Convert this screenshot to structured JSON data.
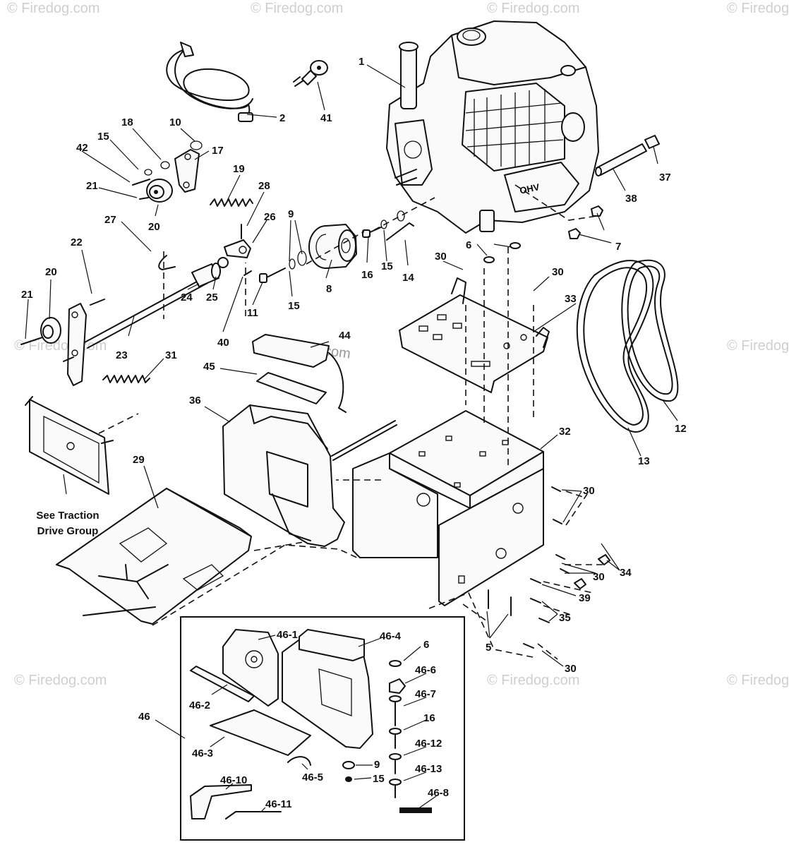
{
  "watermarks": [
    {
      "text": "© Firedog.com"
    },
    {
      "text": "© Firedog.com"
    },
    {
      "text": "© Firedog.com"
    },
    {
      "text": "© Firedog.com"
    },
    {
      "text": "© Firedog.com"
    },
    {
      "text": "© Firedog.com"
    },
    {
      "text": "© Firedog.com"
    },
    {
      "text": "© Firedog.com"
    },
    {
      "text": "© Firedog.com"
    },
    {
      "text": "© Firedog.com"
    }
  ],
  "note": {
    "line1": "See Traction",
    "line2": "Drive Group"
  },
  "callouts": {
    "c1": "1",
    "c2": "2",
    "c41": "41",
    "c18": "18",
    "c10": "10",
    "c15a": "15",
    "c42": "42",
    "c17": "17",
    "c19": "19",
    "c21a": "21",
    "c20a": "20",
    "c28": "28",
    "c26": "26",
    "c27": "27",
    "c22": "22",
    "c20b": "20",
    "c21b": "21",
    "c24": "24",
    "c25": "25",
    "c40": "40",
    "c23": "23",
    "c11": "11",
    "c15b": "15",
    "c9": "9",
    "c8": "8",
    "c16a": "16",
    "c15c": "15",
    "c14": "14",
    "c6a": "6",
    "c30a": "30",
    "c7": "7",
    "c37": "37",
    "c38": "38",
    "c30b": "30",
    "c33": "33",
    "c44": "44",
    "c45": "45",
    "c36": "36",
    "c31": "31",
    "c29": "29",
    "c32": "32",
    "c12": "12",
    "c13": "13",
    "c30c": "30",
    "c34": "34",
    "c30d": "30",
    "c39": "39",
    "c35": "35",
    "c5": "5",
    "c30e": "30",
    "c46_1": "46-1",
    "c46_4": "46-4",
    "c6b": "6",
    "c46_6": "46-6",
    "c46_7": "46-7",
    "c46_2": "46-2",
    "c16b": "16",
    "c46": "46",
    "c46_12": "46-12",
    "c46_3": "46-3",
    "c9b": "9",
    "c46_5": "46-5",
    "c15d": "15",
    "c46_13": "46-13",
    "c46_10": "46-10",
    "c46_8": "46-8",
    "c46_11": "46-11"
  }
}
